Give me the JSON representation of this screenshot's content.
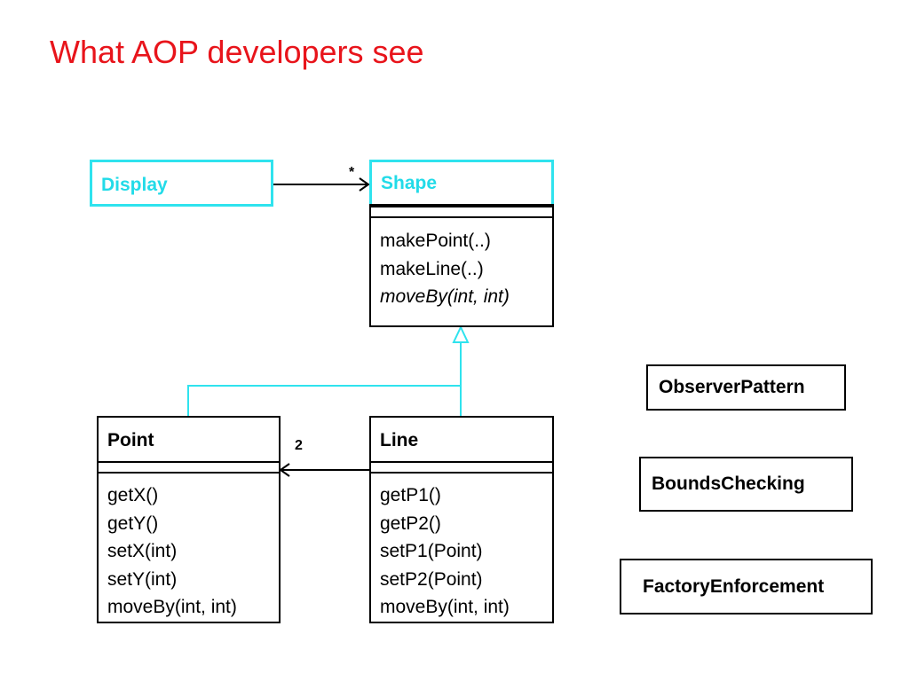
{
  "slide": {
    "title": "What AOP developers see"
  },
  "classes": {
    "display": {
      "name": "Display"
    },
    "shape": {
      "name": "Shape",
      "methods": [
        "makePoint(..)",
        "makeLine(..)",
        "moveBy(int, int)"
      ]
    },
    "point": {
      "name": "Point",
      "methods": [
        "getX()",
        "getY()",
        "setX(int)",
        "setY(int)",
        "moveBy(int, int)"
      ]
    },
    "line": {
      "name": "Line",
      "methods": [
        "getP1()",
        "getP2()",
        "setP1(Point)",
        "setP2(Point)",
        "moveBy(int, int)"
      ]
    }
  },
  "associations": {
    "display_shape_multiplicity": "*",
    "line_point_multiplicity": "2"
  },
  "aspects": [
    "ObserverPattern",
    "BoundsChecking",
    "FactoryEnforcement"
  ],
  "colors": {
    "title": "#e8141b",
    "aspect_class": "#22dbe8",
    "cyan_line": "#2fe3ee"
  }
}
